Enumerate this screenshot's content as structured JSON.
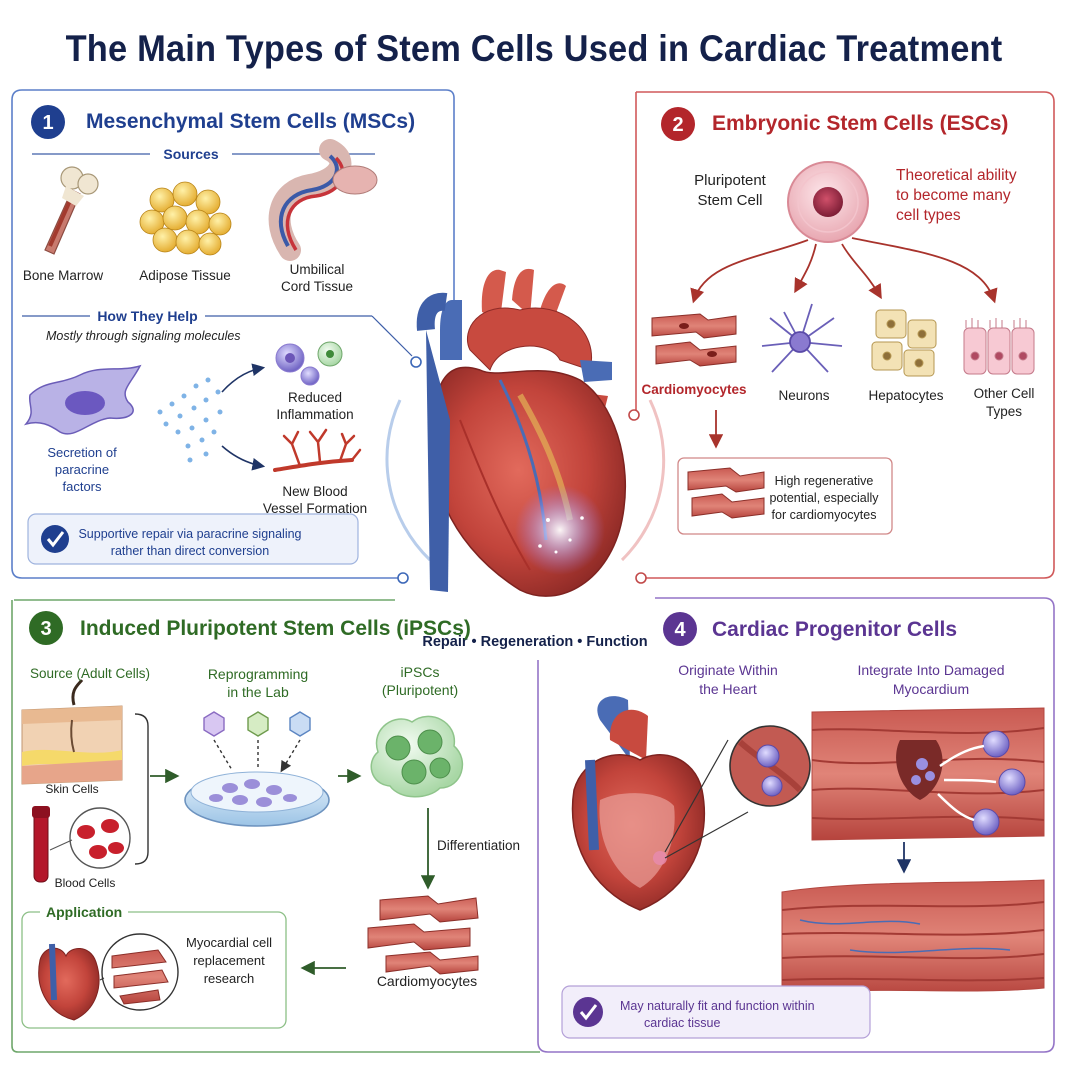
{
  "title": "The Main Types of Stem Cells Used in Cardiac Treatment",
  "colors": {
    "msc": "#1f3f8f",
    "esc": "#b3262b",
    "ipsc": "#2f6b25",
    "cpc": "#5b3592"
  },
  "center": {
    "caption": "Repair • Regeneration • Function"
  },
  "msc": {
    "number": "1",
    "title": "Mesenchymal Stem Cells (MSCs)",
    "sources_heading": "Sources",
    "sources": [
      "Bone Marrow",
      "Adipose Tissue",
      "Umbilical",
      "Cord Tissue"
    ],
    "help_heading": "How They Help",
    "help_subtitle": "Mostly through signaling molecules",
    "secretion": [
      "Secretion of",
      "paracrine",
      "factors"
    ],
    "effects": [
      "Reduced",
      "Inflammation",
      "New Blood",
      "Vessel Formation"
    ],
    "note": [
      "Supportive repair via paracrine signaling",
      "rather than direct conversion"
    ]
  },
  "esc": {
    "number": "2",
    "title": "Embryonic Stem Cells (ESCs)",
    "cell_label": [
      "Pluripotent",
      "Stem Cell"
    ],
    "ability": [
      "Theoretical ability",
      "to become many",
      "cell types"
    ],
    "types": [
      "Cardiomyocytes",
      "Neurons",
      "Hepatocytes",
      "Other Cell",
      "Types"
    ],
    "potential": [
      "High regenerative",
      "potential, especially",
      "for cardiomyocytes"
    ]
  },
  "ipsc": {
    "number": "3",
    "title": "Induced Pluripotent Stem Cells (iPSCs)",
    "source_heading": "Source (Adult Cells)",
    "skin": "Skin Cells",
    "blood": "Blood Cells",
    "reprogramming": [
      "Reprogramming",
      "in the Lab"
    ],
    "ipscs": [
      "iPSCs",
      "(Pluripotent)"
    ],
    "differentiation": "Differentiation",
    "cardiomyocytes": "Cardiomyocytes",
    "application_heading": "Application",
    "application": [
      "Myocardial cell",
      "replacement",
      "research"
    ]
  },
  "cpc": {
    "number": "4",
    "title": "Cardiac Progenitor Cells",
    "originate": [
      "Originate Within",
      "the Heart"
    ],
    "integrate": [
      "Integrate Into Damaged",
      "Myocardium"
    ],
    "note": [
      "May naturally fit and function within",
      "cardiac tissue"
    ]
  }
}
